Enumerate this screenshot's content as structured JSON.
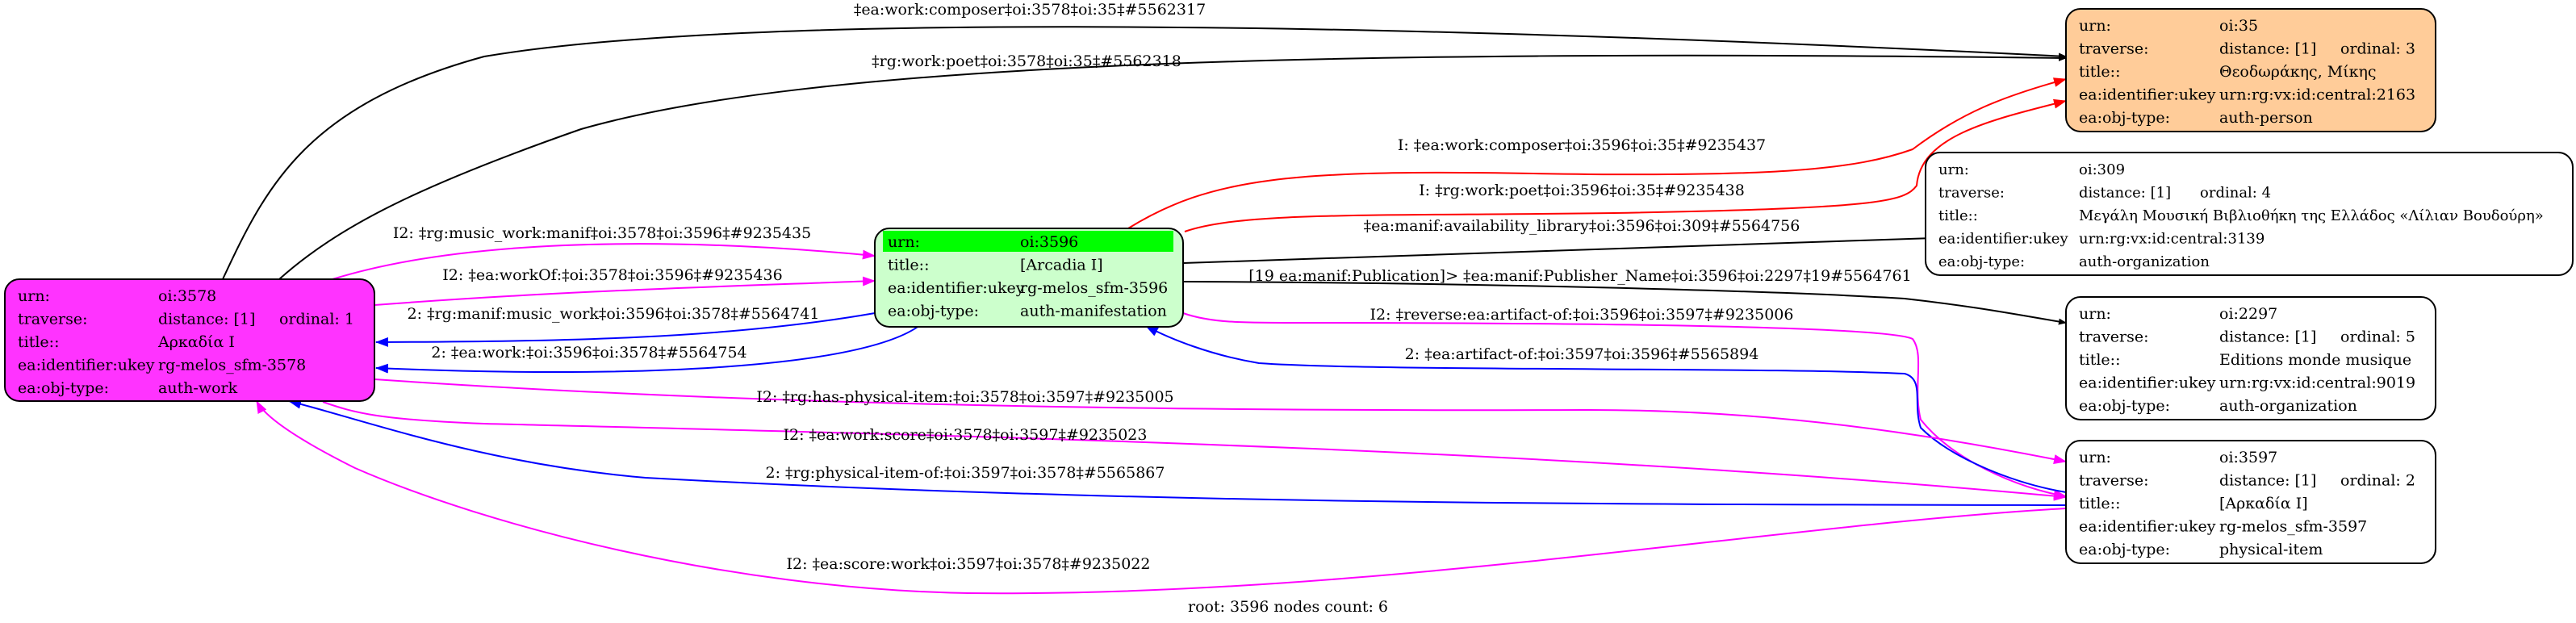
{
  "graph": {
    "footer": "root: 3596 nodes count: 6",
    "colors": {
      "work": "#ff33ff",
      "manifestation": "#ccffcc",
      "manifestation_highlight": "#00ff00",
      "person": "#ffcc99",
      "default_node": "#ffffff",
      "edge_black": "#000000",
      "edge_magenta": "#ff00ff",
      "edge_blue": "#0000ff",
      "edge_red": "#ff0000"
    },
    "nodes": [
      {
        "id": "oi:3578",
        "kind": "work",
        "rows": [
          {
            "key": "urn:",
            "value": "oi:3578"
          },
          {
            "key": "traverse:",
            "value": "distance: [1]",
            "extra": "ordinal: 1"
          },
          {
            "key": "title::",
            "value": "Αρκαδία I"
          },
          {
            "key": "ea:identifier:ukey",
            "value": "rg-melos_sfm-3578"
          },
          {
            "key": "ea:obj-type:",
            "value": "auth-work"
          }
        ]
      },
      {
        "id": "oi:3596",
        "kind": "manifestation",
        "root": true,
        "rows": [
          {
            "key": "urn:",
            "value": "oi:3596",
            "highlight": true
          },
          {
            "key": "title::",
            "value": "[Arcadia I]"
          },
          {
            "key": "ea:identifier:ukey",
            "value": "rg-melos_sfm-3596"
          },
          {
            "key": "ea:obj-type:",
            "value": "auth-manifestation"
          }
        ]
      },
      {
        "id": "oi:35",
        "kind": "person",
        "rows": [
          {
            "key": "urn:",
            "value": "oi:35"
          },
          {
            "key": "traverse:",
            "value": "distance: [1]",
            "extra": "ordinal: 3"
          },
          {
            "key": "title::",
            "value": "Θεοδωράκης, Μίκης"
          },
          {
            "key": "ea:identifier:ukey",
            "value": "urn:rg:vx:id:central:2163"
          },
          {
            "key": "ea:obj-type:",
            "value": "auth-person"
          }
        ]
      },
      {
        "id": "oi:309",
        "kind": "organization",
        "rows": [
          {
            "key": "urn:",
            "value": "oi:309"
          },
          {
            "key": "traverse:",
            "value": "distance: [1]",
            "extra": "ordinal: 4"
          },
          {
            "key": "title::",
            "value": "Μεγάλη Μουσική Βιβλιοθήκη της Ελλάδος «Λίλιαν Βουδούρη»"
          },
          {
            "key": "ea:identifier:ukey",
            "value": "urn:rg:vx:id:central:3139"
          },
          {
            "key": "ea:obj-type:",
            "value": "auth-organization"
          }
        ]
      },
      {
        "id": "oi:2297",
        "kind": "organization",
        "rows": [
          {
            "key": "urn:",
            "value": "oi:2297"
          },
          {
            "key": "traverse:",
            "value": "distance: [1]",
            "extra": "ordinal: 5"
          },
          {
            "key": "title::",
            "value": "Editions monde musique"
          },
          {
            "key": "ea:identifier:ukey",
            "value": "urn:rg:vx:id:central:9019"
          },
          {
            "key": "ea:obj-type:",
            "value": "auth-organization"
          }
        ]
      },
      {
        "id": "oi:3597",
        "kind": "item",
        "rows": [
          {
            "key": "urn:",
            "value": "oi:3597"
          },
          {
            "key": "traverse:",
            "value": "distance: [1]",
            "extra": "ordinal: 2"
          },
          {
            "key": "title::",
            "value": "[Αρκαδία I]"
          },
          {
            "key": "ea:identifier:ukey",
            "value": "rg-melos_sfm-3597"
          },
          {
            "key": "ea:obj-type:",
            "value": "physical-item"
          }
        ]
      }
    ],
    "edges": [
      {
        "from": "oi:3578",
        "to": "oi:35",
        "color": "black",
        "label": "‡ea:work:composer‡oi:3578‡oi:35‡#5562317"
      },
      {
        "from": "oi:3578",
        "to": "oi:35",
        "color": "black",
        "label": "‡rg:work:poet‡oi:3578‡oi:35‡#5562318"
      },
      {
        "from": "oi:3578",
        "to": "oi:3596",
        "color": "magenta",
        "label": "I2: ‡rg:music_work:manif‡oi:3578‡oi:3596‡#9235435"
      },
      {
        "from": "oi:3578",
        "to": "oi:3596",
        "color": "magenta",
        "label": "I2: ‡ea:workOf:‡oi:3578‡oi:3596‡#9235436"
      },
      {
        "from": "oi:3596",
        "to": "oi:3578",
        "color": "blue",
        "label": "2: ‡rg:manif:music_work‡oi:3596‡oi:3578‡#5564741"
      },
      {
        "from": "oi:3596",
        "to": "oi:3578",
        "color": "blue",
        "label": "2: ‡ea:work:‡oi:3596‡oi:3578‡#5564754"
      },
      {
        "from": "oi:3596",
        "to": "oi:35",
        "color": "red",
        "label": "I: ‡ea:work:composer‡oi:3596‡oi:35‡#9235437"
      },
      {
        "from": "oi:3596",
        "to": "oi:35",
        "color": "red",
        "label": "I: ‡rg:work:poet‡oi:3596‡oi:35‡#9235438"
      },
      {
        "from": "oi:3596",
        "to": "oi:309",
        "color": "black",
        "label": "‡ea:manif:availability_library‡oi:3596‡oi:309‡#5564756"
      },
      {
        "from": "oi:3596",
        "to": "oi:2297",
        "color": "black",
        "label": "[19 ea:manif:Publication]> ‡ea:manif:Publisher_Name‡oi:3596‡oi:2297‡19#5564761"
      },
      {
        "from": "oi:3596",
        "to": "oi:3597",
        "color": "magenta",
        "label": "I2: ‡reverse:ea:artifact-of:‡oi:3596‡oi:3597‡#9235006"
      },
      {
        "from": "oi:3597",
        "to": "oi:3596",
        "color": "blue",
        "label": "2: ‡ea:artifact-of:‡oi:3597‡oi:3596‡#5565894"
      },
      {
        "from": "oi:3578",
        "to": "oi:3597",
        "color": "magenta",
        "label": "I2: ‡rg:has-physical-item:‡oi:3578‡oi:3597‡#9235005"
      },
      {
        "from": "oi:3578",
        "to": "oi:3597",
        "color": "magenta",
        "label": "I2: ‡ea:work:score‡oi:3578‡oi:3597‡#9235023"
      },
      {
        "from": "oi:3597",
        "to": "oi:3578",
        "color": "blue",
        "label": "2: ‡rg:physical-item-of:‡oi:3597‡oi:3578‡#5565867"
      },
      {
        "from": "oi:3597",
        "to": "oi:3578",
        "color": "magenta",
        "label": "I2: ‡ea:score:work‡oi:3597‡oi:3578‡#9235022"
      }
    ]
  }
}
